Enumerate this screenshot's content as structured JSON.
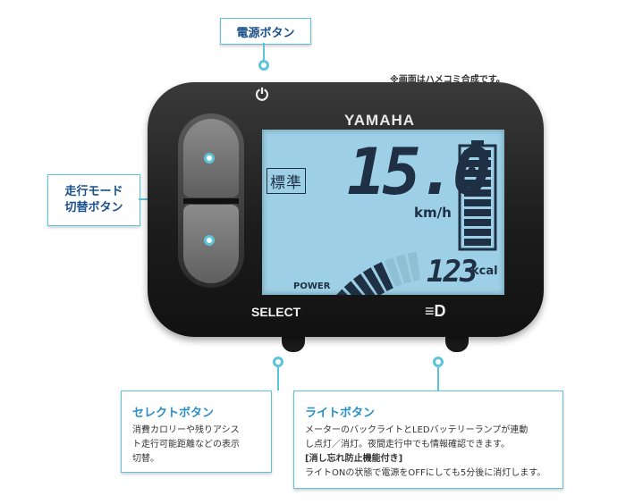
{
  "callouts": {
    "power": "電源ボタン",
    "mode_line1": "走行モード",
    "mode_line2": "切替ボタン"
  },
  "note": "※画面はハメコミ合成です。",
  "device": {
    "brand": "YAMAHA",
    "select_label": "SELECT",
    "light_symbol": "≡D",
    "power_symbol": "⏻"
  },
  "lcd": {
    "mode": "標準",
    "speed": "15.0",
    "speed_unit": "km/h",
    "calories": "123",
    "calories_unit": "kcal",
    "power_label": "POWER",
    "battery_segments": 10,
    "power_level": 0.75
  },
  "info": {
    "select": {
      "title": "セレクトボタン",
      "line1": "消費カロリーや残りアシス",
      "line2": "ト走行可能距離などの表示",
      "line3": "切替。"
    },
    "light": {
      "title": "ライトボタン",
      "line1": "メーターのバックライトとLEDバッテリーランプが連動",
      "line2": "し点灯／消灯。夜間走行中でも情報確認できます。",
      "line3": "[消し忘れ防止機能付き]",
      "line4": "ライトONの状態で電源をOFFにしても5分後に消灯します。"
    }
  }
}
